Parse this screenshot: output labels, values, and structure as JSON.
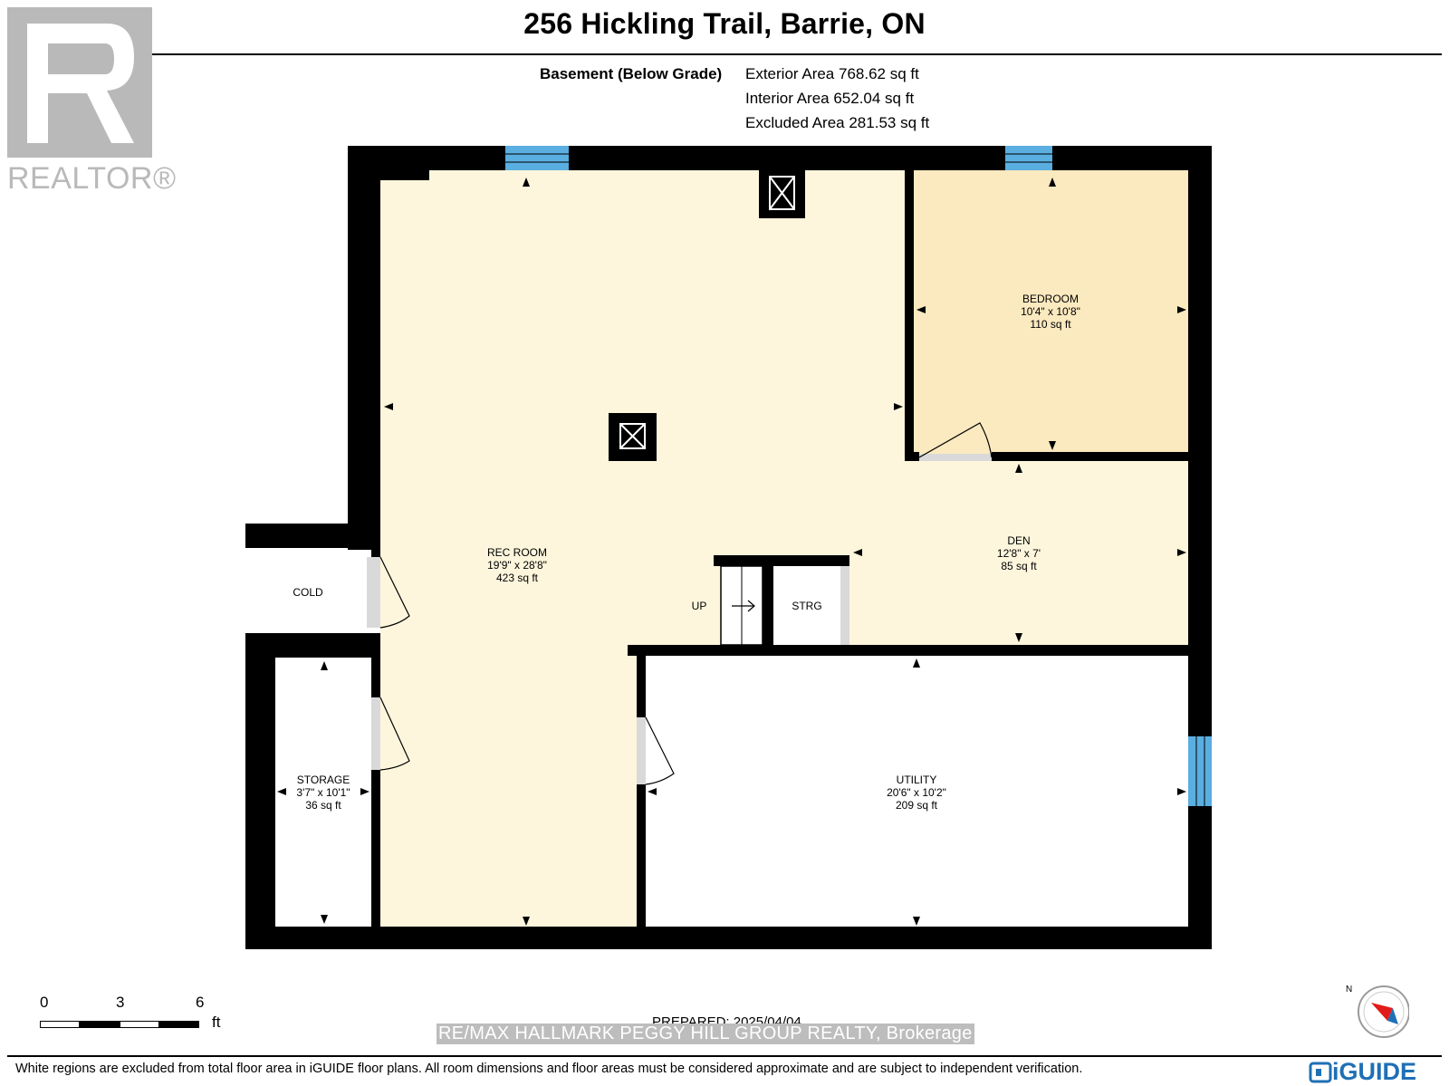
{
  "header": {
    "title": "256 Hickling Trail, Barrie, ON",
    "floor_label": "Basement (Below Grade)",
    "areas": [
      "Exterior Area 768.62 sq ft",
      "Interior Area 652.04 sq ft",
      "Excluded Area 281.53 sq ft"
    ]
  },
  "logo": {
    "realtor_text": "REALTOR®"
  },
  "rooms": {
    "bedroom": {
      "name": "BEDROOM",
      "dims": "10'4\" x 10'8\"",
      "area": "110 sq ft"
    },
    "rec_room": {
      "name": "REC ROOM",
      "dims": "19'9\" x 28'8\"",
      "area": "423 sq ft"
    },
    "den": {
      "name": "DEN",
      "dims": "12'8\" x 7'",
      "area": "85 sq ft"
    },
    "utility": {
      "name": "UTILITY",
      "dims": "20'6\" x 10'2\"",
      "area": "209 sq ft"
    },
    "storage": {
      "name": "STORAGE",
      "dims": "3'7\" x 10'1\"",
      "area": "36 sq ft"
    },
    "cold": {
      "name": "COLD"
    },
    "strg": {
      "name": "STRG"
    },
    "stairs": {
      "name": "UP"
    }
  },
  "scale_bar": {
    "ticks": [
      "0",
      "3",
      "6"
    ],
    "unit": "ft"
  },
  "footer": {
    "prepared": "PREPARED: 2025/04/04",
    "watermark": "RE/MAX HALLMARK PEGGY HILL GROUP REALTY, Brokerage",
    "disclaimer": "White regions are excluded from total floor area in iGUIDE floor plans. All room dimensions and floor areas must be considered approximate and are subject to independent verification.",
    "brand": "iGUIDE"
  },
  "colors": {
    "wall": "#000000",
    "rec_fill": "#fdf6dc",
    "bedroom_fill": "#fbe9bf",
    "window": "#5aaee0",
    "door_frame": "#d9d9d9",
    "logo_gray": "#b9b9b9",
    "brand_blue": "#1f6fb5"
  }
}
